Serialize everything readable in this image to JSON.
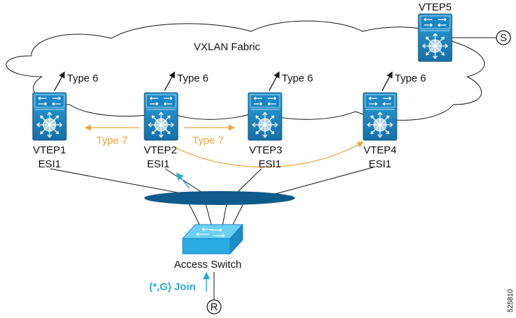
{
  "fabric": {
    "label": "VXLAN Fabric"
  },
  "vteps": [
    {
      "name": "VTEP1",
      "esi": "ESI1",
      "route_label": "Type 6"
    },
    {
      "name": "VTEP2",
      "esi": "ESI1",
      "route_label": "Type 6"
    },
    {
      "name": "VTEP3",
      "esi": "ESI1",
      "route_label": "Type 6"
    },
    {
      "name": "VTEP4",
      "esi": "ESI1",
      "route_label": "Type 6"
    },
    {
      "name": "VTEP5"
    }
  ],
  "type7_labels": [
    "Type 7",
    "Type 7"
  ],
  "source_node": {
    "label": "S"
  },
  "receiver_node": {
    "label": "R"
  },
  "access_switch": {
    "label": "Access Switch"
  },
  "join_label": "(*,G) Join",
  "figure_id": "525810",
  "colors": {
    "device_blue": "#1e8bc3",
    "device_light": "#29abe2",
    "orange_arrow": "#f0a43a",
    "join_blue": "#29abd6",
    "port_channel": "#0e5a8a"
  }
}
